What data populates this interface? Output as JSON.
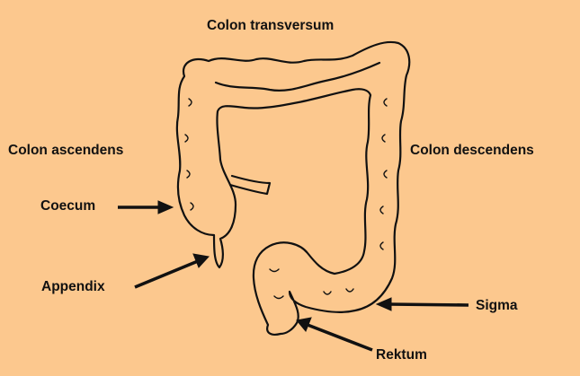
{
  "diagram": {
    "background_color": "#fcc88e",
    "outline_color": "#111111",
    "labels": {
      "transversum": "Colon transversum",
      "ascendens": "Colon ascendens",
      "descendens": "Colon descendens",
      "coecum": "Coecum",
      "appendix": "Appendix",
      "sigma": "Sigma",
      "rektum": "Rektum"
    }
  }
}
